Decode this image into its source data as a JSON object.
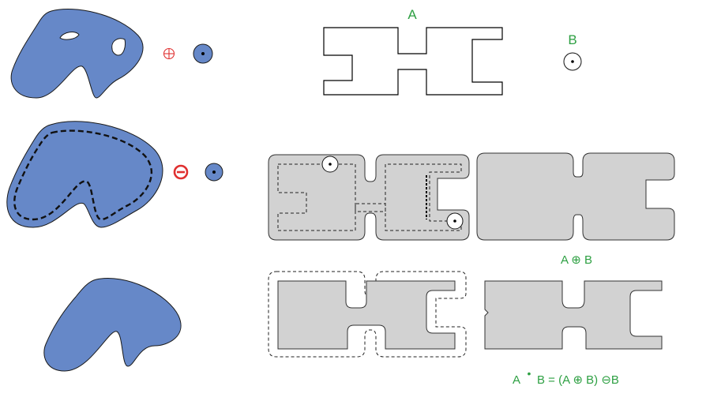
{
  "labels": {
    "set_a": "A",
    "set_b": "B",
    "dilation": "A ⊕ B",
    "closing_lhs": "A",
    "closing_op": "•",
    "closing_rhs": "B = (A ⊕ B) ⊖B"
  },
  "colors": {
    "label_green": "#2ea043",
    "blob_blue": "#6688c8",
    "operator_red": "#e03030",
    "region_gray": "#d2d2d2"
  },
  "operators": {
    "row1": "dilation-plus",
    "row2": "erosion-minus"
  }
}
